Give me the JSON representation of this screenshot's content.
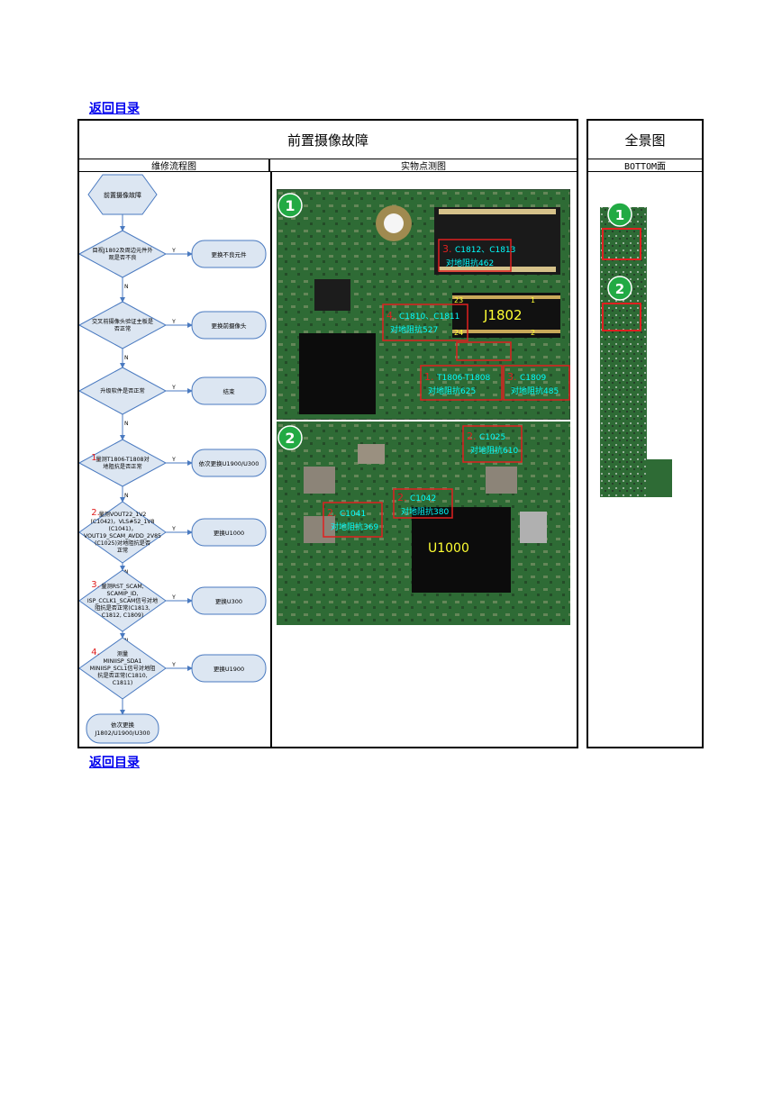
{
  "nav": {
    "back_top": "返回目录",
    "back_bottom": "返回目录"
  },
  "table": {
    "main_title": "前置摄像故障",
    "overview_title": "全景图",
    "col_flow": "维修流程图",
    "col_measure": "实物点测图",
    "col_bottom": "BOTTOM面"
  },
  "flow": {
    "start": "前置摄像故障",
    "steps": [
      {
        "q": [
          "目视J1802及周边元件外",
          "观是否不良"
        ],
        "action": "更换不良元件"
      },
      {
        "q": [
          "交叉前摄像头验证主板是",
          "否正常"
        ],
        "action": "更换前摄像头"
      },
      {
        "q": [
          "升级软件是否正常"
        ],
        "action": "结束"
      },
      {
        "num": "1.",
        "q": [
          "量测T1806-T1808对",
          "地阻抗是否正常"
        ],
        "action": "依次更换U1900/U300"
      },
      {
        "num": "2.",
        "q": [
          "量测VOUT22_1V2",
          "(C1042)，VLS#52_1V8",
          "(C1041)，",
          "VOUT19_SCAM_AVDD_2V85",
          "(C1025)对地阻抗是否",
          "正常"
        ],
        "action": "更换U1000"
      },
      {
        "num": "3.",
        "q": [
          "量测RST_SCAM,",
          "SCAMIP_ID,",
          "ISP_CCLK1_SCAM信号对地",
          "阻抗是否正常(C1813,",
          "C1812, C1809)"
        ],
        "action": "更换U300"
      },
      {
        "num": "4.",
        "q": [
          "测量",
          "MINIISP_SDA1",
          "MINIISP_SCL1信号对地阻",
          "抗是否正常(C1810,",
          "C1811)"
        ],
        "action": "更换U1900"
      }
    ],
    "end": [
      "依次更换",
      "J1802/U1900/U300"
    ],
    "yes": "Y",
    "no": "N"
  },
  "photo1": {
    "badge": "1",
    "connector": "J1802",
    "pins": [
      "23",
      "1",
      "24",
      "2"
    ],
    "labels": [
      {
        "num": "3.",
        "line1": "C1812、C1813",
        "line2": "对地阻抗462"
      },
      {
        "num": "4.",
        "line1": "C1810、C1811",
        "line2": "对地阻抗527"
      },
      {
        "num": "1.",
        "line1": "T1806-T1808",
        "line2": "对地阻抗625"
      },
      {
        "num": "3.",
        "line1": "C1809",
        "line2": "对地阻抗485"
      }
    ]
  },
  "photo2": {
    "badge": "2",
    "chip": "U1000",
    "labels": [
      {
        "num": "2.",
        "line1": "C1025",
        "line2": "对地阻抗610"
      },
      {
        "num": "2.",
        "line1": "C1042",
        "line2": "对地阻抗380"
      },
      {
        "num": "2.",
        "line1": "C1041",
        "line2": "对地阻抗369"
      }
    ]
  },
  "overview": {
    "badge1": "1",
    "badge2": "2"
  },
  "colors": {
    "pcb": "#2e6b35",
    "highlight": "#e02020",
    "label_text": "#00ffff",
    "badge": "#22aa44",
    "flow_shape": "#dce6f2"
  }
}
